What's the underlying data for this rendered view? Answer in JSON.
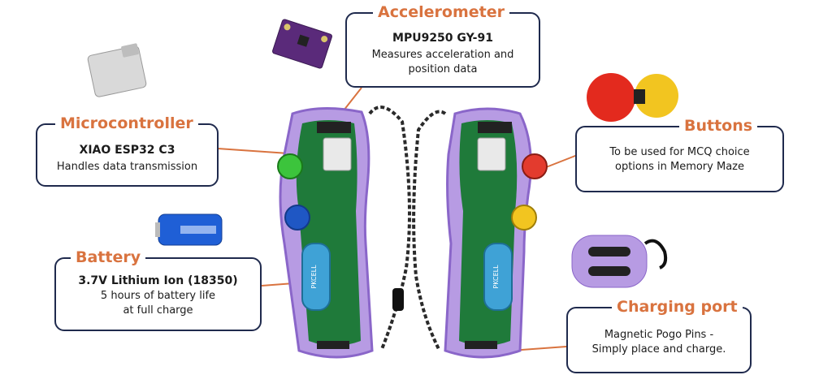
{
  "accelerometer": {
    "title": "Accelerometer",
    "model": "MPU9250 GY-91",
    "desc1": "Measures acceleration and",
    "desc2": "position data"
  },
  "microcontroller": {
    "title": "Microcontroller",
    "model": "XIAO ESP32 C3",
    "desc": "Handles data transmission"
  },
  "buttons": {
    "title": "Buttons",
    "desc1": "To be used for MCQ choice",
    "desc2": "options in Memory Maze"
  },
  "battery": {
    "title": "Battery",
    "model": "3.7V Lithium Ion (18350)",
    "desc1": "5 hours of battery life",
    "desc2": "at full charge"
  },
  "charging": {
    "title": "Charging port",
    "desc1": "Magnetic Pogo Pins -",
    "desc2": "Simply place and charge."
  },
  "colors": {
    "accent": "#d9733f",
    "border": "#1f2a4d",
    "shell": "#b79be3",
    "pcb": "#1f7a3a",
    "battery": "#3fa2d6"
  },
  "battery_cell_label": "PKCELL"
}
